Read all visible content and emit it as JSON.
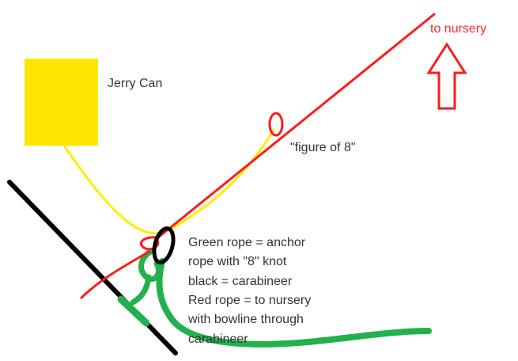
{
  "labels": {
    "to_nursery": "to nursery",
    "jerry_can": "Jerry Can",
    "figure_of_8": "\"figure of 8\"",
    "legend_lines": [
      "Green rope = anchor",
      "rope with \"8\" knot",
      "black = carabineer",
      "Red rope = to nursery",
      "with bowline through",
      "carabineer"
    ]
  },
  "colors": {
    "jerry_can": "#ffe600",
    "yellow_rope": "#ffee00",
    "red_rope": "#ff1a1a",
    "green_rope": "#22b14c",
    "black_line": "#000000",
    "text": "#333333"
  },
  "icons": {
    "arrow": "up-arrow-outline-icon"
  }
}
